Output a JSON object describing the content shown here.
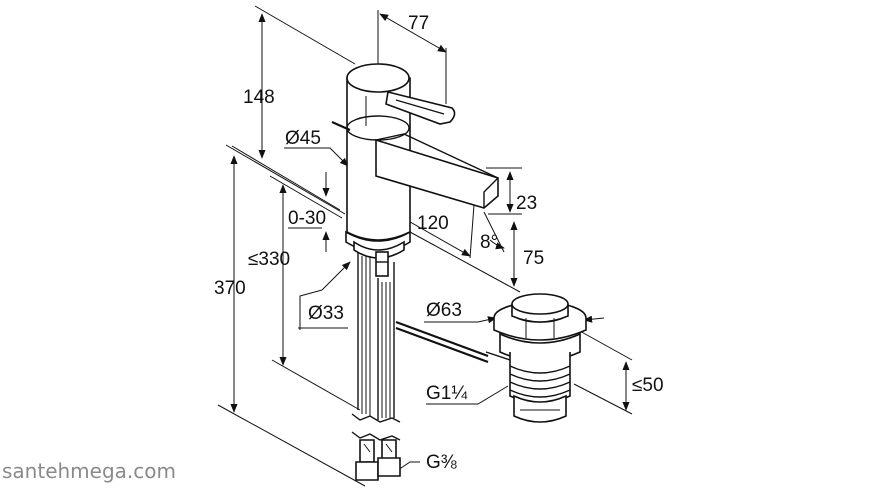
{
  "dimensions": {
    "spout_reach": "77",
    "total_height": "148",
    "body_diameter": "Ø45",
    "mount_range": "0-30",
    "spout_length": "120",
    "spout_height": "23",
    "spout_angle": "8°",
    "tap_height": "75",
    "max_shank": "≤330",
    "overall_height": "370",
    "shank_diameter": "Ø33",
    "waste_diameter": "Ø63",
    "waste_thread": "G1¼",
    "waste_depth": "≤50",
    "supply_thread": "G⅜"
  },
  "watermark": "santehmega.com"
}
